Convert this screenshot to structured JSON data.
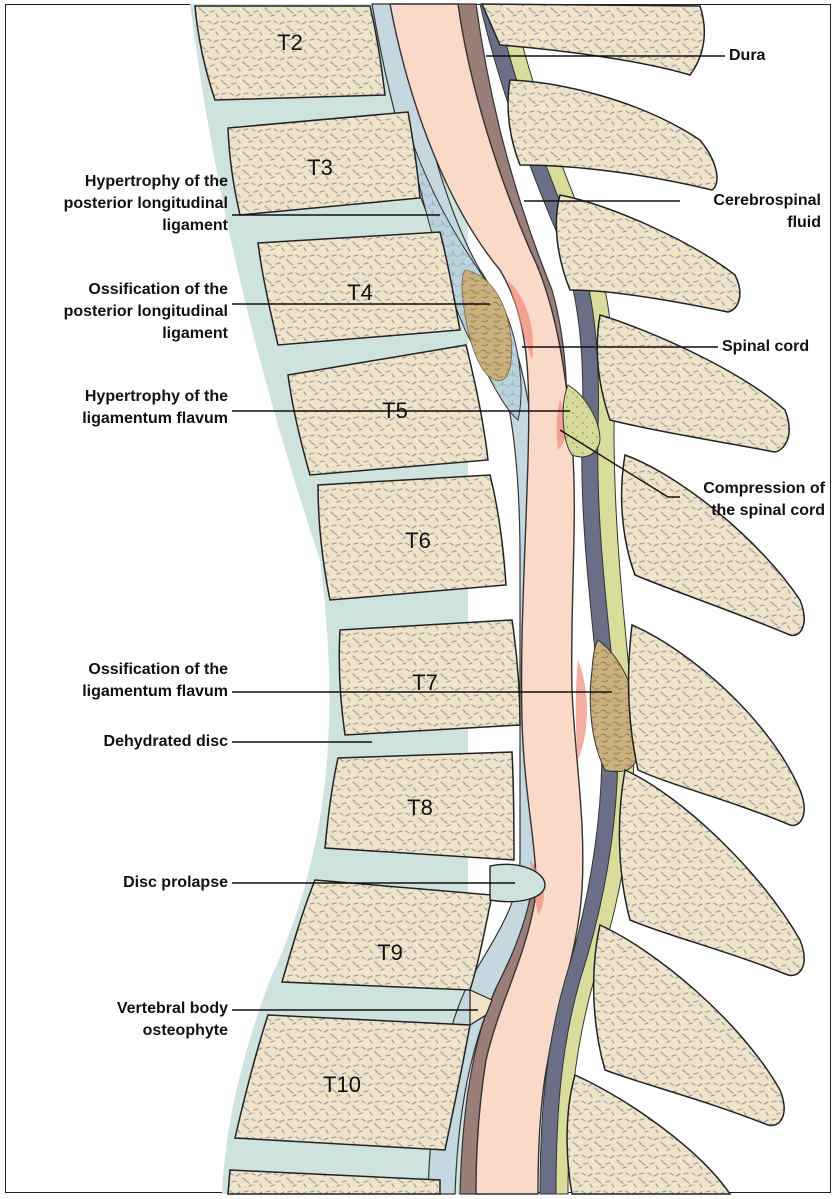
{
  "vertebrae": [
    "T2",
    "T3",
    "T4",
    "T5",
    "T6",
    "T7",
    "T8",
    "T9",
    "T10"
  ],
  "labels_left": {
    "hpll": "Hypertrophy of the\nposterior longitudinal\nligament",
    "opll": "Ossification of the\nposterior longitudinal\nligament",
    "hlf": "Hypertrophy of the\nligamentum flavum",
    "olf": "Ossification of the\nligamentum flavum",
    "dehydrated": "Dehydrated disc",
    "prolapse": "Disc prolapse",
    "osteophyte": "Vertebral body\nosteophyte"
  },
  "labels_right": {
    "dura": "Dura",
    "csf": "Cerebrospinal\nfluid",
    "cord": "Spinal cord",
    "compression": "Compression of\nthe spinal cord"
  },
  "colors": {
    "bone": "#f1e3c7",
    "disc": "#cfe3de",
    "ligament": "#c6d8df",
    "cord": "#fbd9c8",
    "dura_dark": "#6a6f87",
    "dura_brown": "#9a7f78",
    "csf_yellow": "#d9dc9a",
    "ossification": "#c8a77a",
    "compression_red": "#f08a7a"
  }
}
